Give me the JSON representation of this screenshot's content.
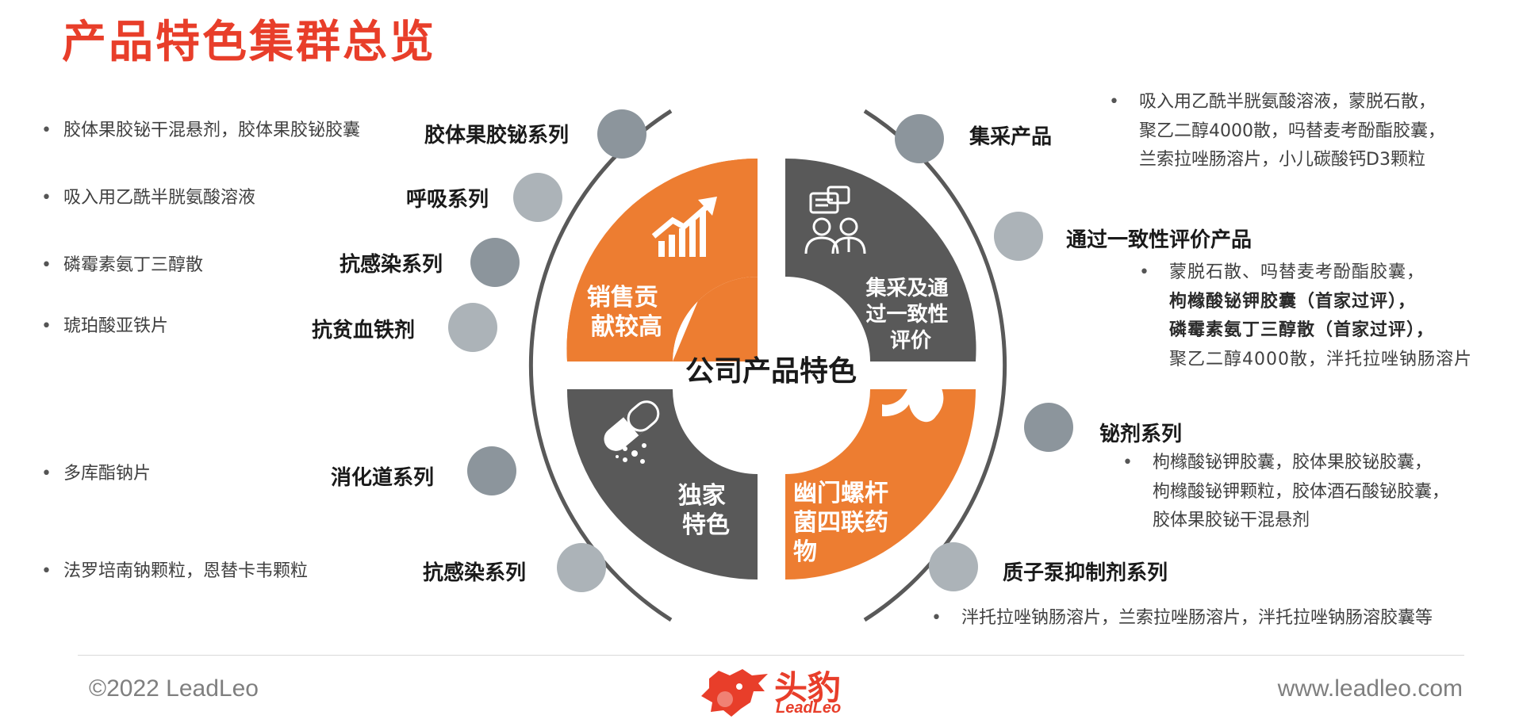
{
  "title": "产品特色集群总览",
  "center_label": "公司产品特色",
  "quadrants": [
    {
      "label_lines": [
        "销售贡",
        "献较高"
      ],
      "icon": "growth-chart-icon",
      "color": "#ed7d31"
    },
    {
      "label_lines": [
        "集采及通",
        "过一致性",
        "评价"
      ],
      "icon": "doctor-consult-icon",
      "color": "#595959"
    },
    {
      "label_lines": [
        "独家",
        "特色"
      ],
      "icon": "capsule-pill-icon",
      "color": "#595959"
    },
    {
      "label_lines": [
        "幽门螺杆",
        "菌四联药",
        "物"
      ],
      "icon": "stomach-icon",
      "color": "#ed7d31"
    }
  ],
  "left_items": [
    {
      "series": "胶体果胶铋系列",
      "products": "胶体果胶铋干混悬剂，胶体果胶铋胶囊"
    },
    {
      "series": "呼吸系列",
      "products": "吸入用乙酰半胱氨酸溶液"
    },
    {
      "series": "抗感染系列",
      "products": "磷霉素氨丁三醇散"
    },
    {
      "series": "抗贫血铁剂",
      "products": "琥珀酸亚铁片"
    },
    {
      "series": "消化道系列",
      "products": "多库酯钠片"
    },
    {
      "series": "抗感染系列",
      "products": "法罗培南钠颗粒，恩替卡韦颗粒"
    }
  ],
  "right_items": [
    {
      "title": "集采产品",
      "lines": [
        "吸入用乙酰半胱氨酸溶液，蒙脱石散，",
        "聚乙二醇4000散，吗替麦考酚酯胶囊，",
        "兰索拉唑肠溶片，小儿碳酸钙D3颗粒"
      ]
    },
    {
      "title": "通过一致性评价产品",
      "lines": [
        "蒙脱石散、吗替麦考酚酯胶囊，",
        "枸橼酸铋钾胶囊（首家过评），",
        "磷霉素氨丁三醇散（首家过评），",
        "聚乙二醇4000散，泮托拉唑钠肠溶片"
      ]
    },
    {
      "title": "铋剂系列",
      "lines": [
        "枸橼酸铋钾胶囊，胶体果胶铋胶囊，",
        "枸橼酸铋钾颗粒，胶体酒石酸铋胶囊，",
        "胶体果胶铋干混悬剂"
      ]
    },
    {
      "title": "质子泵抑制剂系列",
      "lines": [
        "泮托拉唑钠肠溶片，兰索拉唑肠溶片，泮托拉唑钠肠溶胶囊等"
      ]
    }
  ],
  "footer": {
    "copyright": "©2022 LeadLeo",
    "logo_cn": "头豹",
    "logo_en": "LeadLeo",
    "website": "www.leadleo.com"
  },
  "colors": {
    "accent_orange": "#ed7d31",
    "dark_gray": "#595959",
    "title_red": "#e83e2a",
    "circle_gray": "#8c959c",
    "circle_light": "#acb3b8"
  }
}
